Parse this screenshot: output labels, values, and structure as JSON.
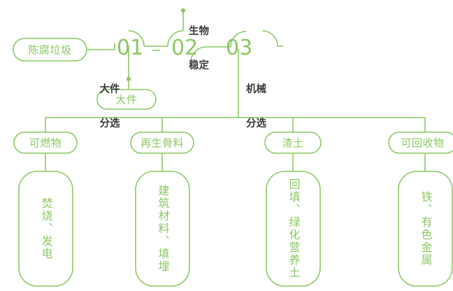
{
  "theme": {
    "line_color": "#8CC863",
    "text_green": "#8CC863",
    "text_dark": "#3A3A3A",
    "background": "#FFFFFF",
    "stroke_width": 1.6
  },
  "diagram": {
    "type": "process-flowchart",
    "title": "",
    "source": {
      "label": "陈腐垃圾",
      "shape": "capsule"
    },
    "stages": [
      {
        "number": "01",
        "process_label": "大件分选",
        "process_label_lines": [
          "大件",
          "分选"
        ],
        "output": {
          "label": "大件",
          "shape": "capsule"
        }
      },
      {
        "number": "02",
        "process_label": "生物稳定",
        "process_label_lines": [
          "生物",
          "稳定"
        ],
        "output": null
      },
      {
        "number": "03",
        "process_label": "机械分选",
        "process_label_lines": [
          "机械",
          "分选"
        ],
        "output": null
      }
    ],
    "outputs": [
      {
        "category": "可燃物",
        "use": "焚烧、发电"
      },
      {
        "category": "再生骨料",
        "use": "建筑材料、填埋"
      },
      {
        "category": "渣土",
        "use": "回填、绿化营养土"
      },
      {
        "category": "可回收物",
        "use": "铁、有色金属"
      }
    ]
  }
}
